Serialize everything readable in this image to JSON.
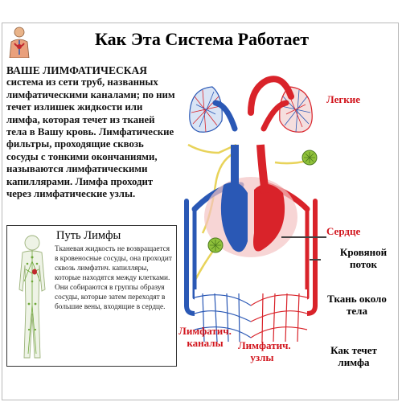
{
  "title": "Как Эта Система Работает",
  "intro": {
    "lead": "ВАШЕ ЛИМФАТИЧЕСКАЯ",
    "text": "система из сети труб, названных лимфатическими каналами; по ним течет излишек жидкости или лимфа, которая течет из тканей тела в Вашу кровь. Лимфатические фильтры, проходящие сквозь сосуды с тонкими окончаниями, называются лимфатическими капиллярами. Лимфа проходит через лимфатические узлы."
  },
  "inset": {
    "title": "Путь Лимфы",
    "text": "Тканевая жидкость не возвращается в кровеносные сосуды, она проходит сквозь лимфатич. капилляры, которые находятся между клетками. Они собираются в группы образуя сосуды, которые затем переходят в большие вены, входящие в сердце."
  },
  "labels": {
    "lungs": "Легкие",
    "heart": "Сердце",
    "blood_flow": "Кровяной поток",
    "body_tissue": "Ткань около тела",
    "lymph_channels": "Лимфатич. каналы",
    "lymph_nodes": "Лимфатич. узлы",
    "lymph_flow": "Как течет лимфа"
  },
  "colors": {
    "artery": "#d9232a",
    "vein": "#2a58b5",
    "lymph": "#e8d35a",
    "node": "#8fc13a",
    "label_red": "#d1141c"
  },
  "icons": [
    "human-figure-icon",
    "lymph-body-icon",
    "lymph-node-icon"
  ]
}
